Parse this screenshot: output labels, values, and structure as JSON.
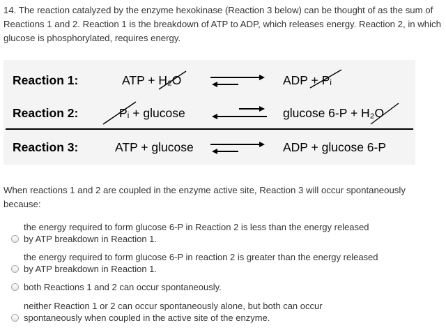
{
  "question": {
    "text": "14. The reaction catalyzed by the enzyme hexokinase (Reaction 3 below) can be thought of as the sum of Reactions 1 and 2. Reaction 1 is the breakdown of ATP to ADP, which releases energy. Reaction 2, in which glucose is phosphorylated, requires energy."
  },
  "figure": {
    "reactions": [
      {
        "label": "Reaction 1:",
        "left": "ATP + ",
        "left_struck": "H₂O",
        "right": "ADP ",
        "right_struck": "+ Pᵢ",
        "favored": "forward"
      },
      {
        "label": "Reaction 2:",
        "left_struck": "Pᵢ",
        "left": " + glucose",
        "right": "glucose 6-P + ",
        "right_struck": "H₂O",
        "favored": "reverse"
      },
      {
        "label": "Reaction 3:",
        "left": "ATP + glucose",
        "right": "ADP + glucose 6-P",
        "favored": "forward"
      }
    ]
  },
  "prompt": {
    "text": "When reactions 1 and 2 are coupled in the enzyme active site, Reaction 3 will occur spontaneously because:"
  },
  "options": [
    {
      "line1": "the energy required to form glucose 6-P in Reaction 2 is less than the energy released",
      "line2": "by ATP breakdown in Reaction 1."
    },
    {
      "line1": "the energy required to form glucose 6-P in reaction 2 is greater than the energy released",
      "line2": "by ATP breakdown in Reaction 1."
    },
    {
      "line1": "both Reactions 1 and 2 can occur spontaneously.",
      "line2": ""
    },
    {
      "line1": "neither Reaction 1 or 2 can occur spontaneously alone, but both can occur",
      "line2": "spontaneously when coupled in the active site of the enzyme."
    }
  ]
}
